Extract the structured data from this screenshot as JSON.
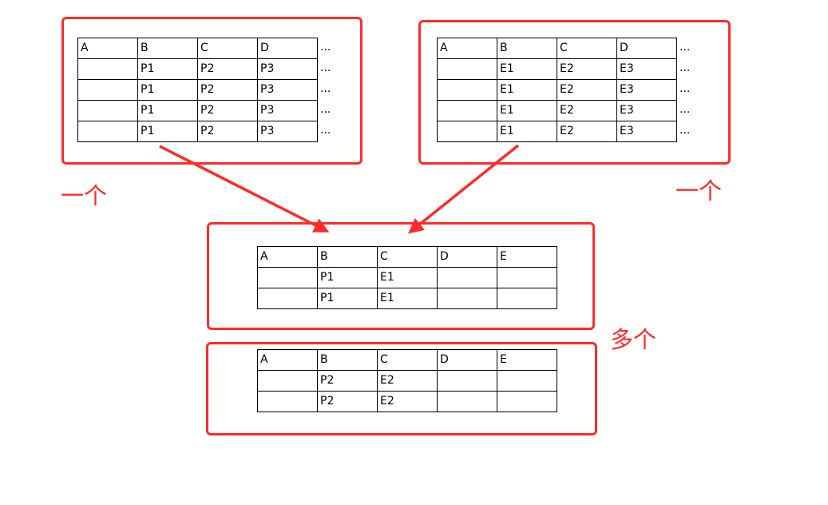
{
  "groups": [
    {
      "id": "source-left",
      "rows": [
        [
          "A",
          "B",
          "C",
          "D"
        ],
        [
          "",
          "P1",
          "P2",
          "P3"
        ],
        [
          "",
          "P1",
          "P2",
          "P3"
        ],
        [
          "",
          "P1",
          "P2",
          "P3"
        ],
        [
          "",
          "P1",
          "P2",
          "P3"
        ]
      ],
      "ellipsis": [
        "...",
        "...",
        "...",
        "...",
        "..."
      ],
      "caption": "一个"
    },
    {
      "id": "source-right",
      "rows": [
        [
          "A",
          "B",
          "C",
          "D"
        ],
        [
          "",
          "E1",
          "E2",
          "E3"
        ],
        [
          "",
          "E1",
          "E2",
          "E3"
        ],
        [
          "",
          "E1",
          "E2",
          "E3"
        ],
        [
          "",
          "E1",
          "E2",
          "E3"
        ]
      ],
      "ellipsis": [
        "...",
        "...",
        "...",
        "...",
        "..."
      ],
      "caption": "一个"
    },
    {
      "id": "result-top",
      "rows": [
        [
          "A",
          "B",
          "C",
          "D",
          "E"
        ],
        [
          "",
          "P1",
          "E1",
          "",
          ""
        ],
        [
          "",
          "P1",
          "E1",
          "",
          ""
        ]
      ],
      "caption": "多个"
    },
    {
      "id": "result-bottom",
      "rows": [
        [
          "A",
          "B",
          "C",
          "D",
          "E"
        ],
        [
          "",
          "P2",
          "E2",
          "",
          ""
        ],
        [
          "",
          "P2",
          "E2",
          "",
          ""
        ]
      ]
    }
  ],
  "colors": {
    "accent": "#ff2a2a",
    "grid": "#000000"
  }
}
